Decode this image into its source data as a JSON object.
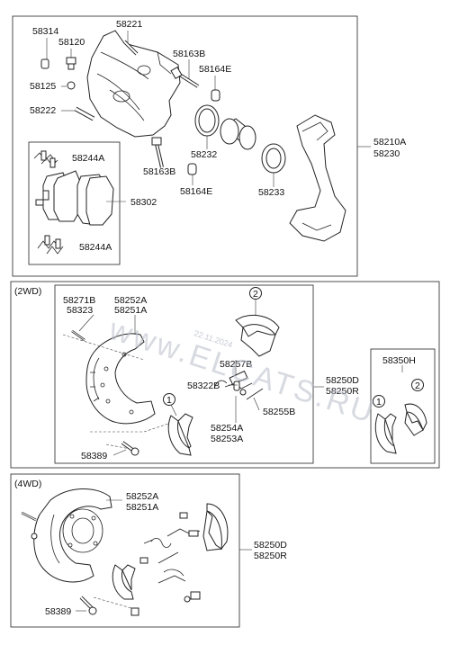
{
  "watermark": {
    "text": "www.ELCATS.RU",
    "date": "22.11.2024"
  },
  "caliper_section": {
    "labels": {
      "p58314": "58314",
      "p58120": "58120",
      "p58221": "58221",
      "p58163b_top": "58163B",
      "p58164e_top": "58164E",
      "p58125": "58125",
      "p58222": "58222",
      "p58232": "58232",
      "p58163b_bot": "58163B",
      "p58164e_bot": "58164E",
      "p58233": "58233",
      "p58244a_top": "58244A",
      "p58302": "58302",
      "p58244a_bot": "58244A",
      "p58210a": "58210A",
      "p58230": "58230"
    }
  },
  "twowd_section": {
    "title": "(2WD)",
    "labels": {
      "p58271b": "58271B",
      "p58323": "58323",
      "p58252a": "58252A",
      "p58251a": "58251A",
      "c2": "2",
      "p58257b": "58257B",
      "p58322b": "58322B",
      "c1": "1",
      "p58254a": "58254A",
      "p58253a": "58253A",
      "p58255b": "58255B",
      "p58389": "58389",
      "p58250d": "58250D",
      "p58250r": "58250R"
    },
    "kit": {
      "label": "58350H",
      "c1": "1",
      "c2": "2"
    }
  },
  "fourwd_section": {
    "title": "(4WD)",
    "labels": {
      "p58252a": "58252A",
      "p58251a": "58251A",
      "p58389": "58389",
      "p58250d": "58250D",
      "p58250r": "58250R"
    }
  }
}
